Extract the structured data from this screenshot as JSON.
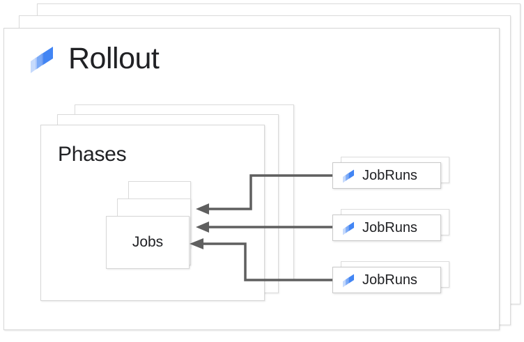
{
  "diagram": {
    "type": "nested-resource-hierarchy",
    "background_color": "#ffffff",
    "line_color": "#5f5f5f",
    "border_color": "#d6d6d6",
    "text_color": "#202124"
  },
  "rollout": {
    "title": "Rollout",
    "icon": "rollout-logo-icon",
    "stack_count": 3
  },
  "phases": {
    "title": "Phases",
    "stack_count": 3
  },
  "jobs": {
    "title": "Jobs",
    "stack_count": 3
  },
  "jobruns": {
    "items": [
      {
        "label": "JobRuns",
        "icon": "rollout-logo-icon"
      },
      {
        "label": "JobRuns",
        "icon": "rollout-logo-icon"
      },
      {
        "label": "JobRuns",
        "icon": "rollout-logo-icon"
      }
    ]
  },
  "logo_colors": {
    "light": "#c6dafc",
    "medium": "#7baaf7",
    "dark": "#4285f4"
  },
  "connectors": [
    {
      "from": "jobruns-0",
      "to": "jobs",
      "shape": "elbow-down"
    },
    {
      "from": "jobruns-1",
      "to": "jobs",
      "shape": "straight"
    },
    {
      "from": "jobruns-2",
      "to": "jobs",
      "shape": "elbow-up"
    }
  ]
}
